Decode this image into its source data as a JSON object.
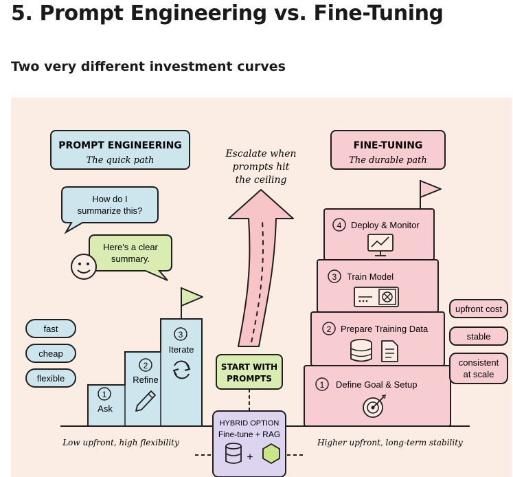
{
  "header": {
    "title": "5. Prompt Engineering vs. Fine-Tuning",
    "subtitle": "Two very different investment curves"
  },
  "colors": {
    "background": "#fbece4",
    "prompt_blue": "#cde6ee",
    "fine_pink": "#f7cdd2",
    "chat_green": "#d9ecb2",
    "hybrid_purple": "#ddd4ef",
    "arrow_pink": "#f7c4c8",
    "ink": "#1e1e1e"
  },
  "prompt_engineering": {
    "title": "PROMPT ENGINEERING",
    "subtitle": "The quick path",
    "chat_question": [
      "How do I",
      "summarize this?"
    ],
    "chat_answer": [
      "Here's a clear",
      "summary."
    ],
    "traits": [
      "fast",
      "cheap",
      "flexible"
    ],
    "steps": [
      {
        "number": "1",
        "label": "Ask",
        "icon": "pencil-icon"
      },
      {
        "number": "2",
        "label": "Refine",
        "icon": "refresh-icon"
      },
      {
        "number": "3",
        "label": "Iterate",
        "icon": "flag-icon"
      }
    ],
    "footer": "Low upfront, high flexibility"
  },
  "middle": {
    "escalate": [
      "Escalate when",
      "prompts hit",
      "the ceiling"
    ],
    "start": [
      "START WITH",
      "PROMPTS"
    ],
    "hybrid_title": "HYBRID OPTION",
    "hybrid_subtitle": "Fine-tune + RAG",
    "hybrid_plus": "+"
  },
  "fine_tuning": {
    "title": "FINE-TUNING",
    "subtitle": "The durable path",
    "steps": [
      {
        "number": "4",
        "label": "Deploy & Monitor",
        "icon": "monitor-chart-icon"
      },
      {
        "number": "3",
        "label": "Train Model",
        "icon": "gpu-icon"
      },
      {
        "number": "2",
        "label": "Prepare Training Data",
        "icon": "database-document-icon"
      },
      {
        "number": "1",
        "label": "Define Goal & Setup",
        "icon": "target-icon"
      }
    ],
    "traits": [
      [
        "upfront cost"
      ],
      [
        "stable"
      ],
      [
        "consistent",
        "at scale"
      ]
    ],
    "footer": "Higher upfront, long-term stability"
  }
}
